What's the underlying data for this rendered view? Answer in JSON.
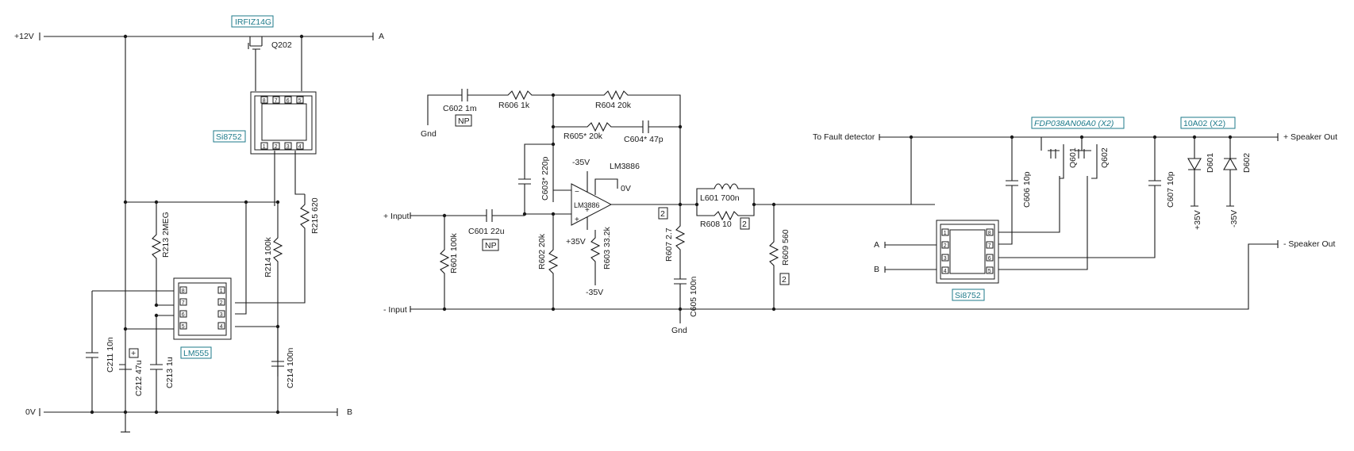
{
  "rails": {
    "plus12v": "+12V",
    "zero_v": "0V",
    "node_a": "A",
    "node_b": "B",
    "gnd": "Gnd",
    "minus35": "-35V",
    "plus35": "+35V"
  },
  "io": {
    "plus_input": "+ Input",
    "minus_input": "- Input",
    "fault": "To Fault detector",
    "plus_speaker": "+ Speaker Out",
    "minus_speaker": "- Speaker Out",
    "a_in": "A",
    "b_in": "B"
  },
  "parts": {
    "irfiz14g": "IRFIZ14G",
    "q202": "Q202",
    "si8752_left": "Si8752",
    "lm555": "LM555",
    "r213": "R213 2MEG",
    "r214": "R214 100k",
    "r215": "R215 620",
    "c211": "C211 10n",
    "c212": "C212 47u",
    "c213": "C213 1u",
    "c214": "C214 100n",
    "c602": "C602 1m",
    "r606": "R606 1k",
    "r604": "R604 20k",
    "r605": "R605* 20k",
    "c604": "C604* 47p",
    "c603": "C603* 220p",
    "lm3886": "LM3886",
    "lm3886_in": "LM3886",
    "zero_v_ref": "0V",
    "c601": "C601 22u",
    "r601": "R601 100k",
    "r602": "R602 20k",
    "r603": "R603 33.2k",
    "r607": "R607 2.7",
    "c605": "C605 100n",
    "l601": "L601 700n",
    "r608": "R608 10",
    "r609": "R609 560",
    "np1": "NP",
    "np2": "NP",
    "two1": "2",
    "two2": "2",
    "two3": "2",
    "fdp": "FDP038AN06A0 (X2)",
    "q601": "Q601",
    "q602": "Q602",
    "c606": "C606 10p",
    "c607": "C607 10p",
    "diodes": "10A02 (X2)",
    "d601": "D601",
    "d602": "D602",
    "si8752_right": "Si8752",
    "plus_marker": "+"
  },
  "pins": {
    "si_left_top": [
      "8",
      "7",
      "6",
      "5"
    ],
    "si_left_bottom": [
      "1",
      "2",
      "3",
      "4"
    ],
    "lm555_left": [
      "8",
      "7",
      "6",
      "5"
    ],
    "lm555_right": [
      "1",
      "2",
      "3",
      "4"
    ],
    "si_right_left": [
      "1",
      "2",
      "3",
      "4"
    ],
    "si_right_right": [
      "8",
      "7",
      "6",
      "5"
    ]
  },
  "colors": {
    "wire": "#1a1a1a",
    "label_box": "#1d7a8a"
  }
}
